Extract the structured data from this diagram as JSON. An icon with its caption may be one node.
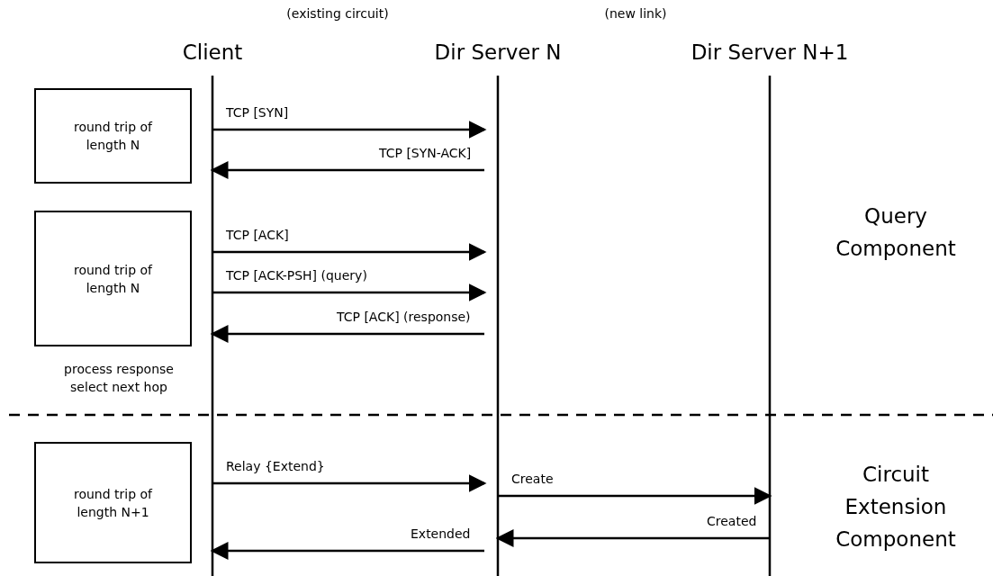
{
  "diagram": {
    "nodes": [
      {
        "text": [
          "Client"
        ]
      },
      {
        "text": [
          "Dir Server N"
        ]
      },
      {
        "text": [
          "Dir Server N+1"
        ]
      },
      {
        "text": [
          "round trip of length N"
        ]
      },
      {
        "text": [
          "round trip of length N"
        ]
      },
      {
        "text": [
          "round trip of length N+1"
        ]
      }
    ],
    "edges": [
      {
        "from": 0,
        "to": 1,
        "arrow": "to",
        "label": "TCP [SYN]"
      },
      {
        "from": 1,
        "to": 0,
        "arrow": "to",
        "label": "TCP [SYN-ACK]"
      },
      {
        "from": 0,
        "to": 1,
        "arrow": "to",
        "label": "TCP [ACK]"
      },
      {
        "from": 0,
        "to": 1,
        "arrow": "to",
        "label": "TCP [ACK-PSH] (query)"
      },
      {
        "from": 1,
        "to": 0,
        "arrow": "to",
        "label": "TCP [ACK] (response)"
      },
      {
        "from": 0,
        "to": 1,
        "arrow": "to",
        "label": "Relay {Extend}"
      },
      {
        "from": 1,
        "to": 2,
        "arrow": "to",
        "label": "Create"
      },
      {
        "from": 2,
        "to": 1,
        "arrow": "to",
        "label": "Created"
      },
      {
        "from": 1,
        "to": 0,
        "arrow": "to",
        "label": "Extended"
      }
    ],
    "labels": [
      "(existing circuit)",
      "(new link)",
      "process response select next hop",
      "Query Component",
      "Circuit Extension Component"
    ]
  }
}
